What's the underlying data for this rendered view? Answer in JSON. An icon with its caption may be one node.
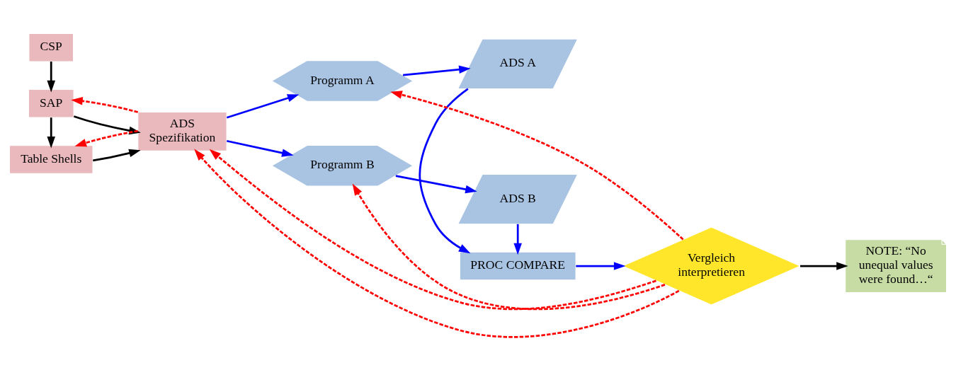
{
  "diagram": {
    "nodes": [
      {
        "text": [
          "CSP"
        ]
      },
      {
        "text": [
          "SAP"
        ]
      },
      {
        "text": [
          "Table Shells"
        ]
      },
      {
        "text": [
          "ADS Spezifikation"
        ]
      },
      {
        "text": [
          "Programm A"
        ]
      },
      {
        "text": [
          "Programm B"
        ]
      },
      {
        "text": [
          "ADS A"
        ]
      },
      {
        "text": [
          "ADS B"
        ]
      },
      {
        "text": [
          "PROC COMPARE"
        ]
      },
      {
        "text": [
          "Vergleich interpretieren"
        ]
      },
      {
        "text": [
          "NOTE: “No unequal values were found…“"
        ]
      }
    ],
    "edges": [
      {
        "from": 0,
        "to": 1,
        "arrow": "to",
        "color": "#000000"
      },
      {
        "from": 1,
        "to": 3,
        "arrow": "to",
        "color": "#000000"
      },
      {
        "from": 1,
        "to": 2,
        "arrow": "to",
        "color": "#000000"
      },
      {
        "from": 2,
        "to": 3,
        "arrow": "to",
        "color": "#000000"
      },
      {
        "from": 3,
        "to": 1,
        "arrow": "to",
        "style": "dashed",
        "color": "#ff0000"
      },
      {
        "from": 3,
        "to": 2,
        "arrow": "to",
        "style": "dashed",
        "color": "#ff0000"
      },
      {
        "from": 3,
        "to": 4,
        "arrow": "to"
      },
      {
        "from": 3,
        "to": 5,
        "arrow": "to"
      },
      {
        "from": 4,
        "to": 6,
        "arrow": "to"
      },
      {
        "from": 5,
        "to": 7,
        "arrow": "to"
      },
      {
        "from": 6,
        "to": 8,
        "arrow": "to"
      },
      {
        "from": 7,
        "to": 8,
        "arrow": "to"
      },
      {
        "from": 8,
        "to": 9,
        "arrow": "to"
      },
      {
        "from": 9,
        "to": 10,
        "arrow": "to",
        "color": "#000000"
      },
      {
        "from": 9,
        "to": 4,
        "arrow": "to",
        "style": "dashed",
        "color": "#ff0000"
      },
      {
        "from": 9,
        "to": 3,
        "arrow": "to",
        "style": "dashed",
        "color": "#ff0000"
      },
      {
        "from": 9,
        "to": 5,
        "arrow": "to",
        "style": "dashed",
        "color": "#ff0000"
      },
      {
        "from": 9,
        "to": 3,
        "arrow": "to",
        "style": "dashed",
        "color": "#ff0000"
      }
    ]
  }
}
